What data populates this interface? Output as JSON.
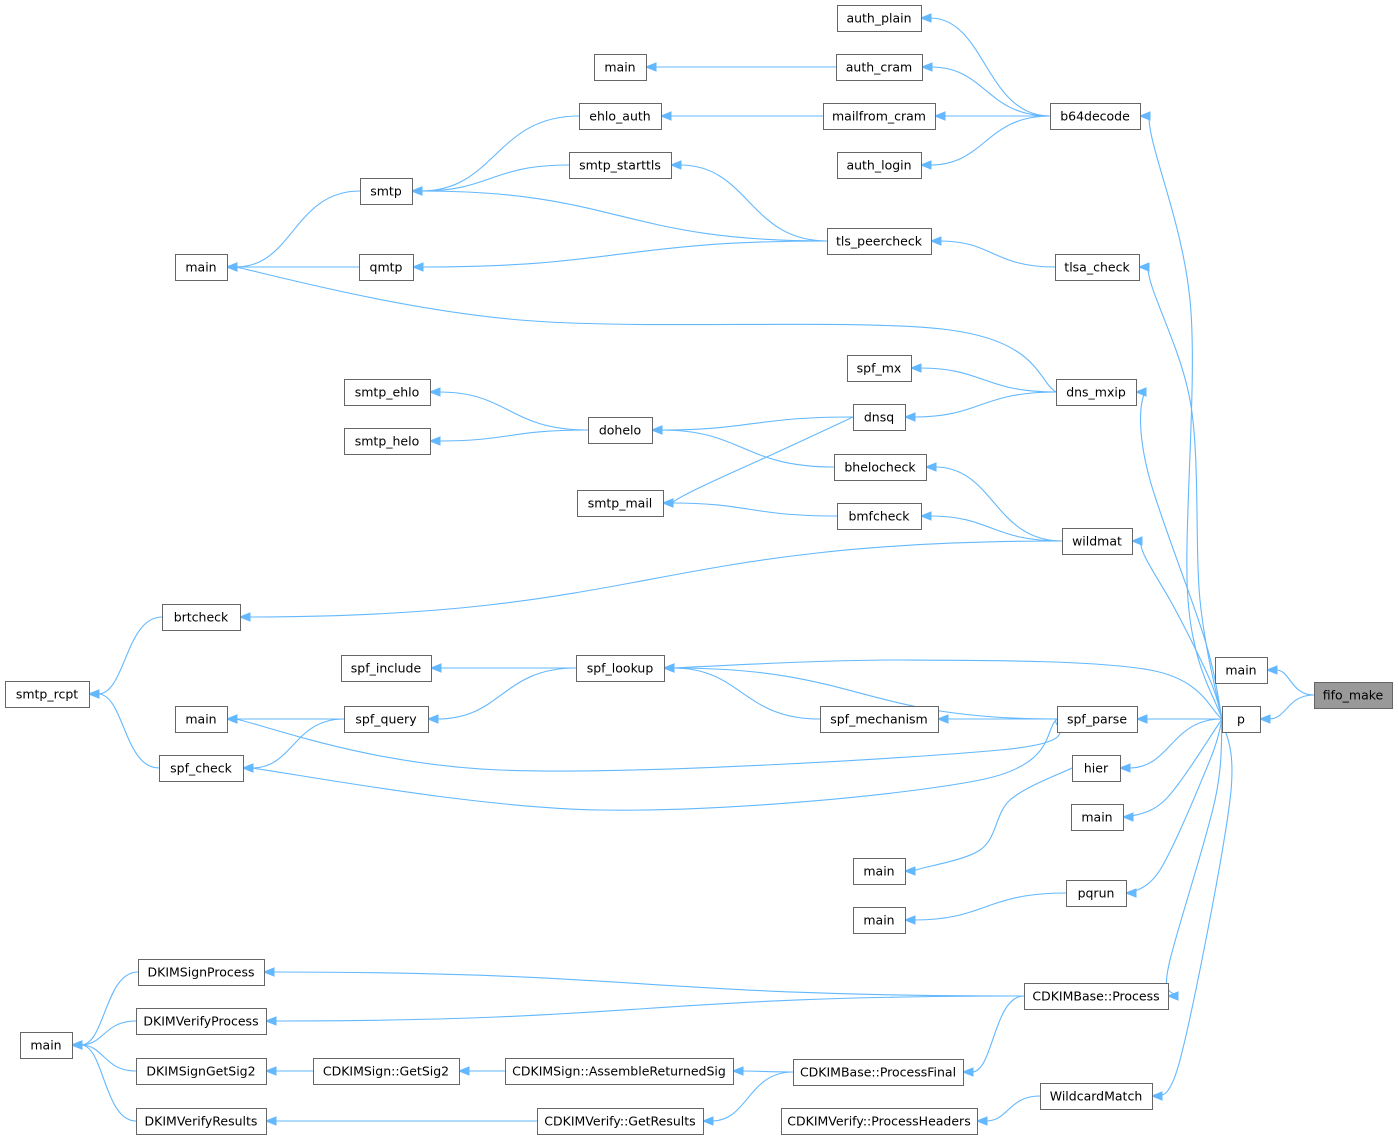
{
  "graph": {
    "root": "fifo_make",
    "nodes": [
      {
        "id": "fifo_make",
        "label": "fifo_make",
        "root": true
      },
      {
        "id": "main_fm",
        "label": "main"
      },
      {
        "id": "p",
        "label": "p"
      },
      {
        "id": "b64decode",
        "label": "b64decode"
      },
      {
        "id": "auth_plain",
        "label": "auth_plain"
      },
      {
        "id": "auth_cram",
        "label": "auth_cram"
      },
      {
        "id": "mailfrom_cram",
        "label": "mailfrom_cram"
      },
      {
        "id": "auth_login",
        "label": "auth_login"
      },
      {
        "id": "main_ac",
        "label": "main"
      },
      {
        "id": "ehlo_auth",
        "label": "ehlo_auth"
      },
      {
        "id": "smtp_starttls",
        "label": "smtp_starttls"
      },
      {
        "id": "smtp",
        "label": "smtp"
      },
      {
        "id": "qmtp",
        "label": "qmtp"
      },
      {
        "id": "main_sq",
        "label": "main"
      },
      {
        "id": "tls_peercheck",
        "label": "tls_peercheck"
      },
      {
        "id": "tlsa_check",
        "label": "tlsa_check"
      },
      {
        "id": "dns_mxip",
        "label": "dns_mxip"
      },
      {
        "id": "spf_mx",
        "label": "spf_mx"
      },
      {
        "id": "dnsq",
        "label": "dnsq"
      },
      {
        "id": "dohelo",
        "label": "dohelo"
      },
      {
        "id": "smtp_ehlo",
        "label": "smtp_ehlo"
      },
      {
        "id": "smtp_helo",
        "label": "smtp_helo"
      },
      {
        "id": "smtp_mail",
        "label": "smtp_mail"
      },
      {
        "id": "bhelocheck",
        "label": "bhelocheck"
      },
      {
        "id": "bmfcheck",
        "label": "bmfcheck"
      },
      {
        "id": "wildmat",
        "label": "wildmat"
      },
      {
        "id": "brtcheck",
        "label": "brtcheck"
      },
      {
        "id": "smtp_rcpt",
        "label": "smtp_rcpt"
      },
      {
        "id": "spf_check",
        "label": "spf_check"
      },
      {
        "id": "spf_lookup",
        "label": "spf_lookup"
      },
      {
        "id": "spf_include",
        "label": "spf_include"
      },
      {
        "id": "spf_query",
        "label": "spf_query"
      },
      {
        "id": "main_spf",
        "label": "main"
      },
      {
        "id": "spf_mechanism",
        "label": "spf_mechanism"
      },
      {
        "id": "spf_parse",
        "label": "spf_parse"
      },
      {
        "id": "hier",
        "label": "hier"
      },
      {
        "id": "main_p1",
        "label": "main"
      },
      {
        "id": "main_hier",
        "label": "main"
      },
      {
        "id": "pqrun",
        "label": "pqrun"
      },
      {
        "id": "main_pq",
        "label": "main"
      },
      {
        "id": "cdkim_process",
        "label": "CDKIMBase::Process"
      },
      {
        "id": "cdkim_processfinal",
        "label": "CDKIMBase::ProcessFinal"
      },
      {
        "id": "dkim_signprocess",
        "label": "DKIMSignProcess"
      },
      {
        "id": "dkim_verifyprocess",
        "label": "DKIMVerifyProcess"
      },
      {
        "id": "dkim_signgetsig2",
        "label": "DKIMSignGetSig2"
      },
      {
        "id": "dkim_verifyresults",
        "label": "DKIMVerifyResults"
      },
      {
        "id": "main_dkim",
        "label": "main"
      },
      {
        "id": "cdkimsign_getsig2",
        "label": "CDKIMSign::GetSig2"
      },
      {
        "id": "cdkimsign_assemble",
        "label": "CDKIMSign::AssembleReturnedSig"
      },
      {
        "id": "cdkimverify_getresults",
        "label": "CDKIMVerify::GetResults"
      },
      {
        "id": "wildcardmatch",
        "label": "WildcardMatch"
      },
      {
        "id": "cdkimverify_processheaders",
        "label": "CDKIMVerify::ProcessHeaders"
      }
    ],
    "edges": [
      [
        "main_fm",
        "fifo_make"
      ],
      [
        "p",
        "fifo_make"
      ],
      [
        "b64decode",
        "p"
      ],
      [
        "auth_plain",
        "b64decode"
      ],
      [
        "auth_cram",
        "b64decode"
      ],
      [
        "mailfrom_cram",
        "b64decode"
      ],
      [
        "auth_login",
        "b64decode"
      ],
      [
        "main_ac",
        "auth_cram"
      ],
      [
        "ehlo_auth",
        "mailfrom_cram"
      ],
      [
        "smtp",
        "ehlo_auth"
      ],
      [
        "smtp",
        "smtp_starttls"
      ],
      [
        "main_sq",
        "smtp"
      ],
      [
        "main_sq",
        "qmtp"
      ],
      [
        "smtp_starttls",
        "tls_peercheck"
      ],
      [
        "smtp",
        "tls_peercheck"
      ],
      [
        "qmtp",
        "tls_peercheck"
      ],
      [
        "tls_peercheck",
        "tlsa_check"
      ],
      [
        "tlsa_check",
        "p"
      ],
      [
        "main_sq",
        "dns_mxip"
      ],
      [
        "spf_mx",
        "dns_mxip"
      ],
      [
        "dnsq",
        "dns_mxip"
      ],
      [
        "dns_mxip",
        "p"
      ],
      [
        "dohelo",
        "dnsq"
      ],
      [
        "smtp_mail",
        "dnsq"
      ],
      [
        "smtp_ehlo",
        "dohelo"
      ],
      [
        "smtp_helo",
        "dohelo"
      ],
      [
        "dohelo",
        "bhelocheck"
      ],
      [
        "smtp_mail",
        "bmfcheck"
      ],
      [
        "bhelocheck",
        "wildmat"
      ],
      [
        "bmfcheck",
        "wildmat"
      ],
      [
        "brtcheck",
        "wildmat"
      ],
      [
        "wildmat",
        "p"
      ],
      [
        "smtp_rcpt",
        "brtcheck"
      ],
      [
        "smtp_rcpt",
        "spf_check"
      ],
      [
        "spf_include",
        "spf_lookup"
      ],
      [
        "spf_query",
        "spf_lookup"
      ],
      [
        "spf_lookup",
        "p"
      ],
      [
        "spf_lookup",
        "spf_mechanism"
      ],
      [
        "spf_check",
        "spf_query"
      ],
      [
        "main_spf",
        "spf_query"
      ],
      [
        "spf_mechanism",
        "spf_parse"
      ],
      [
        "spf_lookup",
        "spf_parse"
      ],
      [
        "main_spf",
        "spf_parse"
      ],
      [
        "spf_check",
        "spf_parse"
      ],
      [
        "spf_parse",
        "p"
      ],
      [
        "hier",
        "p"
      ],
      [
        "main_hier",
        "hier"
      ],
      [
        "main_p1",
        "p"
      ],
      [
        "pqrun",
        "p"
      ],
      [
        "main_pq",
        "pqrun"
      ],
      [
        "cdkim_process",
        "p"
      ],
      [
        "dkim_signprocess",
        "cdkim_process"
      ],
      [
        "dkim_verifyprocess",
        "cdkim_process"
      ],
      [
        "cdkim_processfinal",
        "cdkim_process"
      ],
      [
        "main_dkim",
        "dkim_signprocess"
      ],
      [
        "main_dkim",
        "dkim_verifyprocess"
      ],
      [
        "main_dkim",
        "dkim_signgetsig2"
      ],
      [
        "main_dkim",
        "dkim_verifyresults"
      ],
      [
        "dkim_signgetsig2",
        "cdkimsign_getsig2"
      ],
      [
        "cdkimsign_getsig2",
        "cdkimsign_assemble"
      ],
      [
        "cdkimsign_assemble",
        "cdkim_processfinal"
      ],
      [
        "cdkimverify_getresults",
        "cdkim_processfinal"
      ],
      [
        "dkim_verifyresults",
        "cdkimverify_getresults"
      ],
      [
        "wildcardmatch",
        "p"
      ],
      [
        "cdkimverify_processheaders",
        "wildcardmatch"
      ]
    ]
  },
  "colors": {
    "edge": "#63b8ff",
    "node_border": "#666666",
    "root_fill": "#999999",
    "node_fill": "#ffffff"
  }
}
